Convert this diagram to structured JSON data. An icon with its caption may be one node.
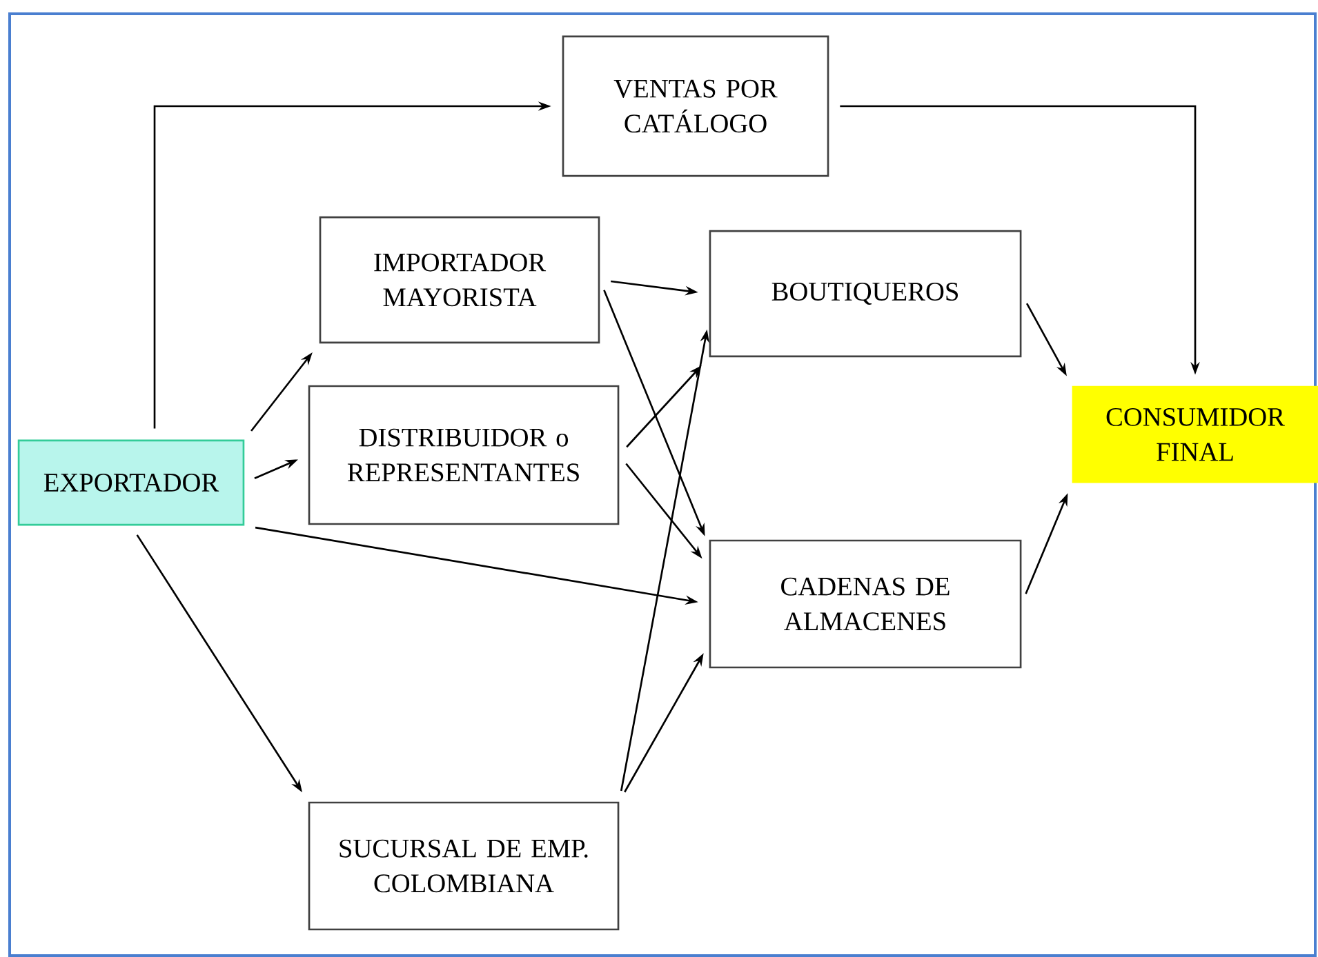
{
  "diagram": {
    "nodes": [
      {
        "text": [
          "VENTAS POR CATÁLOGO"
        ]
      },
      {
        "text": [
          "IMPORTADOR MAYORISTA"
        ]
      },
      {
        "text": [
          "BOUTIQUEROS"
        ]
      },
      {
        "text": [
          "CONSUMIDOR FINAL"
        ]
      },
      {
        "text": [
          "EXPORTADOR"
        ]
      },
      {
        "text": [
          "DISTRIBUIDOR o REPRESENTANTES"
        ]
      },
      {
        "text": [
          "CADENAS DE ALMACENES"
        ]
      },
      {
        "text": [
          "SUCURSAL DE EMP. COLOMBIANA"
        ]
      }
    ],
    "edges": [
      {
        "from": 4,
        "to": 0,
        "arrow": "to"
      },
      {
        "from": 0,
        "to": 3,
        "arrow": "to"
      },
      {
        "from": 4,
        "to": 1,
        "arrow": "to"
      },
      {
        "from": 4,
        "to": 5,
        "arrow": "to"
      },
      {
        "from": 4,
        "to": 6,
        "arrow": "to"
      },
      {
        "from": 4,
        "to": 7,
        "arrow": "to"
      },
      {
        "from": 1,
        "to": 2,
        "arrow": "to"
      },
      {
        "from": 1,
        "to": 6,
        "arrow": "to"
      },
      {
        "from": 5,
        "to": 2,
        "arrow": "to"
      },
      {
        "from": 5,
        "to": 6,
        "arrow": "to"
      },
      {
        "from": 7,
        "to": 2,
        "arrow": "to"
      },
      {
        "from": 7,
        "to": 6,
        "arrow": "to"
      },
      {
        "from": 2,
        "to": 3,
        "arrow": "to"
      },
      {
        "from": 6,
        "to": 3,
        "arrow": "to"
      }
    ]
  }
}
